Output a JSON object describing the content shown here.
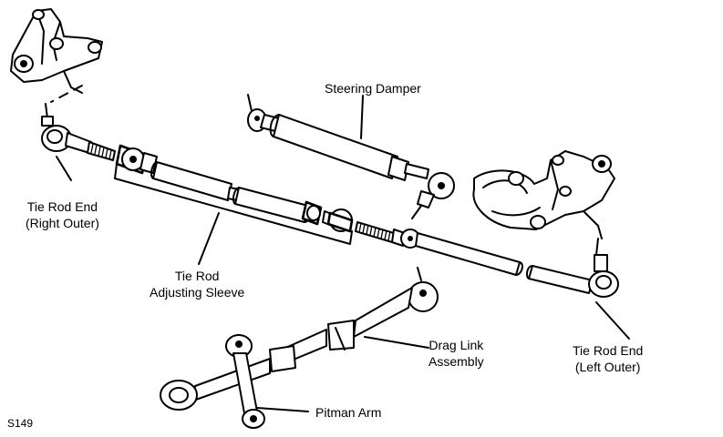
{
  "labels": {
    "steering_damper": "Steering Damper",
    "tie_rod_end_right_line1": "Tie Rod End",
    "tie_rod_end_right_line2": "(Right Outer)",
    "tie_rod_sleeve_line1": "Tie Rod",
    "tie_rod_sleeve_line2": "Adjusting Sleeve",
    "drag_link_line1": "Drag Link",
    "drag_link_line2": "Assembly",
    "tie_rod_end_left_line1": "Tie Rod End",
    "tie_rod_end_left_line2": "(Left Outer)",
    "pitman_arm": "Pitman Arm"
  },
  "figure_id": "S149"
}
